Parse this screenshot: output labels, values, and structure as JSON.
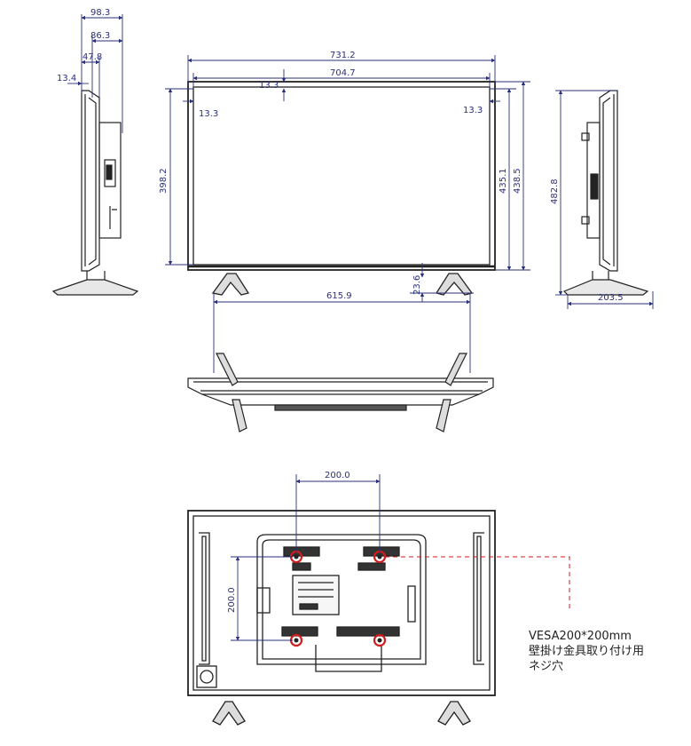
{
  "dimensions": {
    "overall_depth": "98.3",
    "panel_depth": "86.3",
    "body_depth": "47.8",
    "front_bezel_depth": "13.4",
    "overall_width": "731.2",
    "screen_width": "704.7",
    "top_bezel": "13.3",
    "left_bezel": "13.3",
    "right_bezel": "13.3",
    "screen_height": "398.2",
    "panel_height": "435.1",
    "frame_height": "438.5",
    "overall_height": "482.8",
    "stand_clearance": "23.6",
    "stand_span": "615.9",
    "stand_depth": "203.5",
    "vesa_horizontal": "200.0",
    "vesa_vertical": "200.0"
  },
  "vesa_note": {
    "line1": "VESA200*200mm",
    "line2": "壁掛け金具取り付け用",
    "line3": "ネジ穴"
  },
  "colors": {
    "dimension_line": "#2a2f7a",
    "outline": "#222222",
    "highlight": "#d01c1c"
  }
}
